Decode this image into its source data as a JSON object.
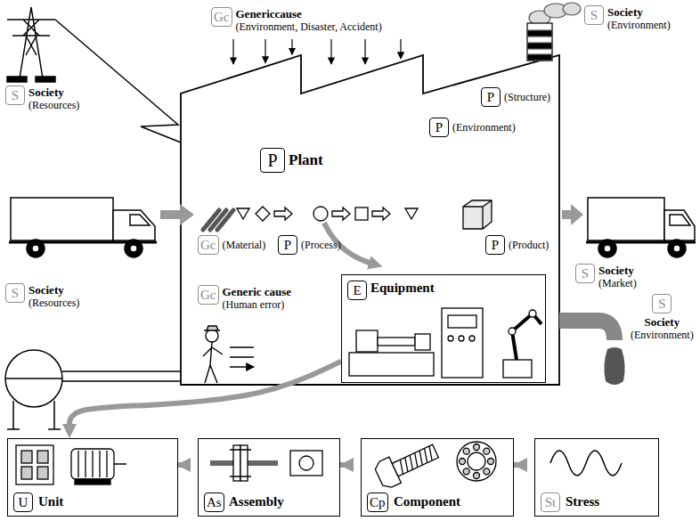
{
  "diagram": {
    "nodes": [
      {
        "text": [
          "Gc",
          "Genericcause",
          "(Environment, Disaster, Accident)"
        ]
      },
      {
        "text": [
          "S",
          "Society",
          "(Environment)"
        ]
      },
      {
        "text": [
          "S",
          "Society",
          "(Resources)"
        ]
      },
      {
        "text": [
          "P",
          "Plant"
        ]
      },
      {
        "text": [
          "P",
          "(Environment)"
        ]
      },
      {
        "text": [
          "P",
          "(Structure)"
        ]
      },
      {
        "text": [
          "Gc",
          "(Material)"
        ]
      },
      {
        "text": [
          "P",
          "(Process)"
        ]
      },
      {
        "text": [
          "P",
          "(Product)"
        ]
      },
      {
        "text": [
          "S",
          "Society",
          "(Resources)"
        ]
      },
      {
        "text": [
          "Gc",
          "Generic cause",
          "(Human error)"
        ]
      },
      {
        "text": [
          "Equipment"
        ]
      },
      {
        "text": [
          "E"
        ],
        "in": 11
      },
      {
        "text": [
          "S",
          "Society",
          "(Market)"
        ]
      },
      {
        "text": [
          "S",
          "Society",
          "(Environment)"
        ]
      },
      {
        "text": [
          "Unit"
        ]
      },
      {
        "text": [
          "U"
        ],
        "in": 15
      },
      {
        "text": [
          "Assembly"
        ]
      },
      {
        "text": [
          "As"
        ],
        "in": 17
      },
      {
        "text": [
          "Component"
        ]
      },
      {
        "text": [
          "Cp"
        ],
        "in": 19
      },
      {
        "text": [
          "Stress"
        ]
      },
      {
        "text": [
          "St"
        ],
        "in": 21
      }
    ],
    "edges": [
      {
        "from": 11,
        "to": 15,
        "arrow": "to"
      },
      {
        "from": 15,
        "to": 17,
        "arrow": "to"
      },
      {
        "from": 17,
        "to": 19,
        "arrow": "to"
      },
      {
        "from": 19,
        "to": 21,
        "arrow": "to"
      }
    ]
  }
}
